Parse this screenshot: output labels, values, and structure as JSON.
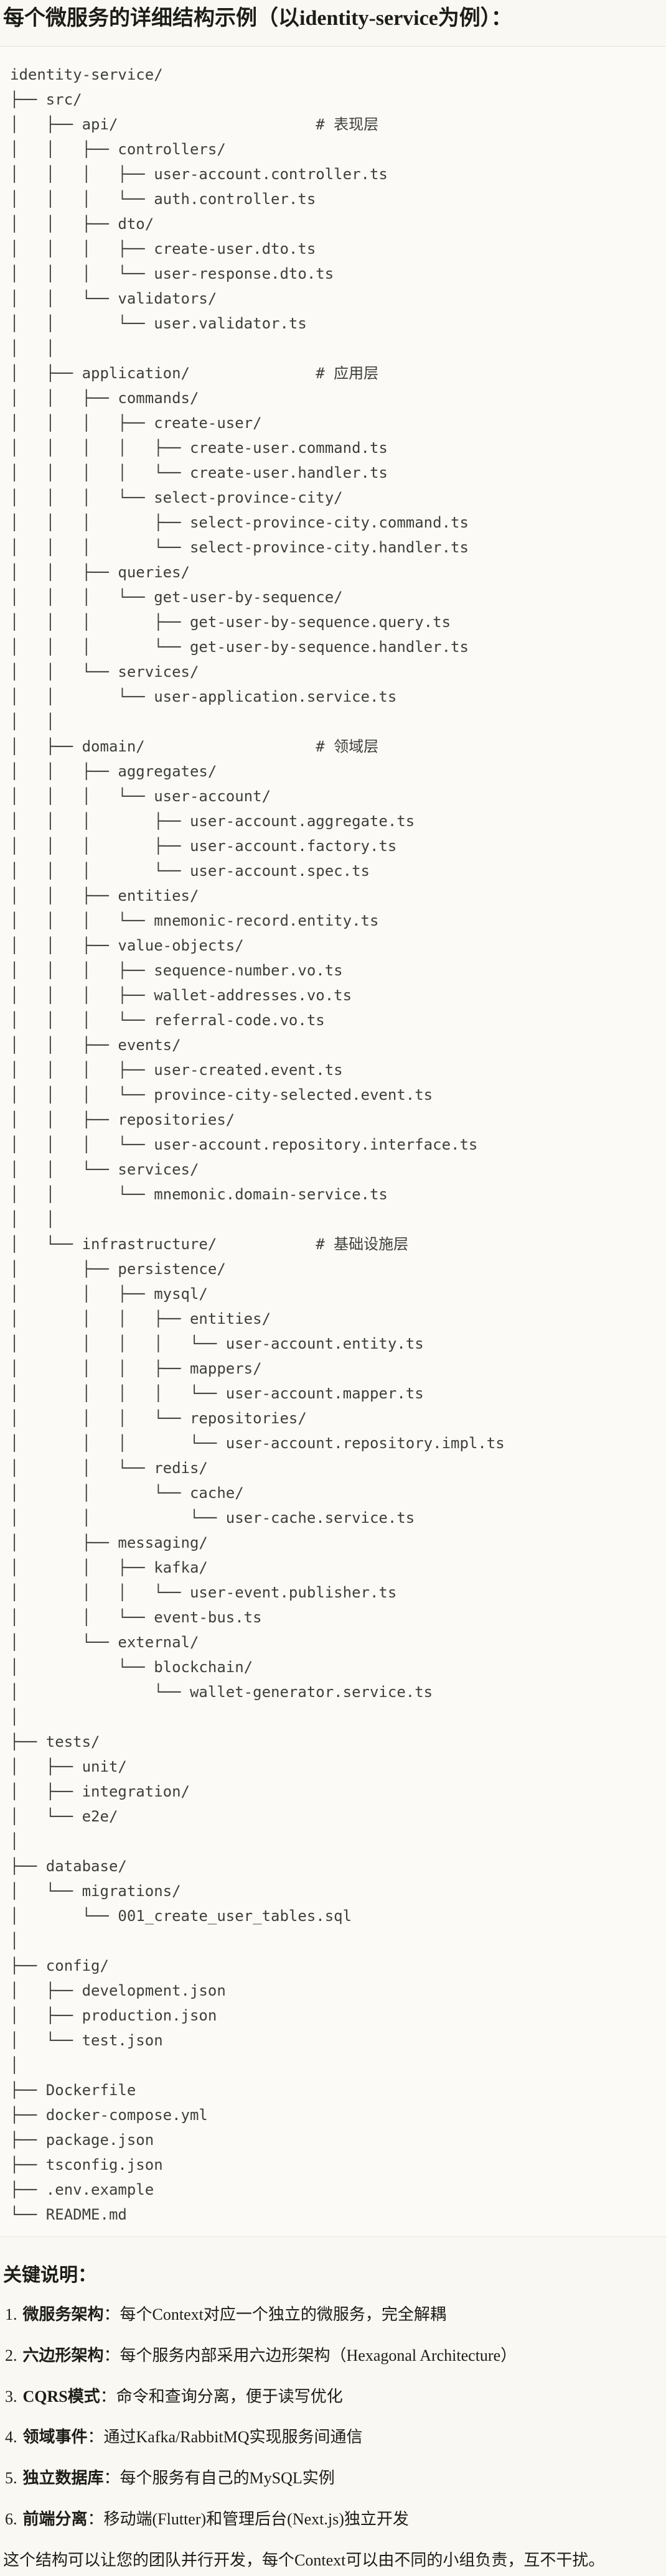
{
  "page": {
    "title": "每个微服务的详细结构示例（以identity-service为例）：",
    "colors": {
      "page_bg": "#faf8f2",
      "code_bg": "#fbfaf6",
      "code_border": "#e7e4db",
      "tree_text": "#3e3e3a",
      "body_text": "#1d1d18"
    }
  },
  "tree": {
    "lines": [
      "identity-service/",
      "├── src/",
      "│   ├── api/                      # 表现层",
      "│   │   ├── controllers/",
      "│   │   │   ├── user-account.controller.ts",
      "│   │   │   └── auth.controller.ts",
      "│   │   ├── dto/",
      "│   │   │   ├── create-user.dto.ts",
      "│   │   │   └── user-response.dto.ts",
      "│   │   └── validators/",
      "│   │       └── user.validator.ts",
      "│   │",
      "│   ├── application/              # 应用层",
      "│   │   ├── commands/",
      "│   │   │   ├── create-user/",
      "│   │   │   │   ├── create-user.command.ts",
      "│   │   │   │   └── create-user.handler.ts",
      "│   │   │   └── select-province-city/",
      "│   │   │       ├── select-province-city.command.ts",
      "│   │   │       └── select-province-city.handler.ts",
      "│   │   ├── queries/",
      "│   │   │   └── get-user-by-sequence/",
      "│   │   │       ├── get-user-by-sequence.query.ts",
      "│   │   │       └── get-user-by-sequence.handler.ts",
      "│   │   └── services/",
      "│   │       └── user-application.service.ts",
      "│   │",
      "│   ├── domain/                   # 领域层",
      "│   │   ├── aggregates/",
      "│   │   │   └── user-account/",
      "│   │   │       ├── user-account.aggregate.ts",
      "│   │   │       ├── user-account.factory.ts",
      "│   │   │       └── user-account.spec.ts",
      "│   │   ├── entities/",
      "│   │   │   └── mnemonic-record.entity.ts",
      "│   │   ├── value-objects/",
      "│   │   │   ├── sequence-number.vo.ts",
      "│   │   │   ├── wallet-addresses.vo.ts",
      "│   │   │   └── referral-code.vo.ts",
      "│   │   ├── events/",
      "│   │   │   ├── user-created.event.ts",
      "│   │   │   └── province-city-selected.event.ts",
      "│   │   ├── repositories/",
      "│   │   │   └── user-account.repository.interface.ts",
      "│   │   └── services/",
      "│   │       └── mnemonic.domain-service.ts",
      "│   │",
      "│   └── infrastructure/           # 基础设施层",
      "│       ├── persistence/",
      "│       │   ├── mysql/",
      "│       │   │   ├── entities/",
      "│       │   │   │   └── user-account.entity.ts",
      "│       │   │   ├── mappers/",
      "│       │   │   │   └── user-account.mapper.ts",
      "│       │   │   └── repositories/",
      "│       │   │       └── user-account.repository.impl.ts",
      "│       │   └── redis/",
      "│       │       └── cache/",
      "│       │           └── user-cache.service.ts",
      "│       ├── messaging/",
      "│       │   ├── kafka/",
      "│       │   │   └── user-event.publisher.ts",
      "│       │   └── event-bus.ts",
      "│       └── external/",
      "│           └── blockchain/",
      "│               └── wallet-generator.service.ts",
      "│",
      "├── tests/",
      "│   ├── unit/",
      "│   ├── integration/",
      "│   └── e2e/",
      "│",
      "├── database/",
      "│   └── migrations/",
      "│       └── 001_create_user_tables.sql",
      "│",
      "├── config/",
      "│   ├── development.json",
      "│   ├── production.json",
      "│   └── test.json",
      "│",
      "├── Dockerfile",
      "├── docker-compose.yml",
      "├── package.json",
      "├── tsconfig.json",
      "├── .env.example",
      "└── README.md"
    ]
  },
  "notes": {
    "heading": "关键说明：",
    "items": [
      {
        "num": "1.",
        "label": "微服务架构",
        "text": "：每个Context对应一个独立的微服务，完全解耦"
      },
      {
        "num": "2.",
        "label": "六边形架构",
        "text": "：每个服务内部采用六边形架构（Hexagonal Architecture）"
      },
      {
        "num": "3.",
        "label": "CQRS模式",
        "text": "：命令和查询分离，便于读写优化"
      },
      {
        "num": "4.",
        "label": "领域事件",
        "text": "：通过Kafka/RabbitMQ实现服务间通信"
      },
      {
        "num": "5.",
        "label": "独立数据库",
        "text": "：每个服务有自己的MySQL实例"
      },
      {
        "num": "6.",
        "label": "前端分离",
        "text": "：移动端(Flutter)和管理后台(Next.js)独立开发"
      }
    ],
    "footer": "这个结构可以让您的团队并行开发，每个Context可以由不同的小组负责，互不干扰。"
  }
}
